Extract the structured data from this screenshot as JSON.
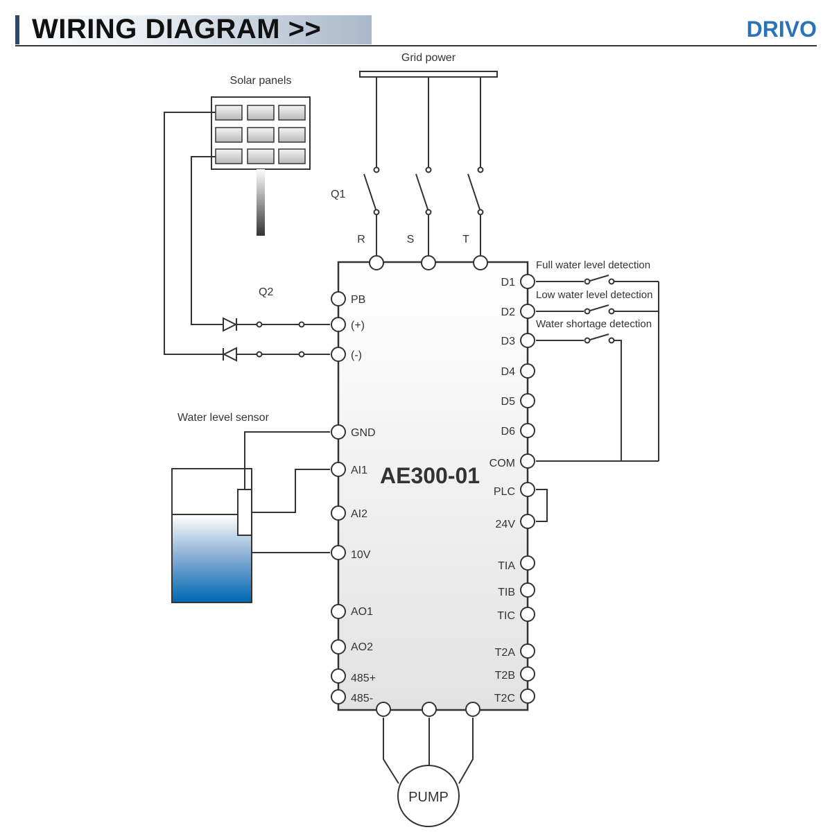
{
  "header": {
    "title": "WIRING DIAGRAM >>",
    "brand": "DRIVO"
  },
  "diagram": {
    "grid_power": "Grid power",
    "solar_panels": "Solar panels",
    "q1": "Q1",
    "q2": "Q2",
    "phase_r": "R",
    "phase_s": "S",
    "phase_t": "T",
    "water_level_sensor": "Water level sensor",
    "full_water": "Full water level detection",
    "low_water": "Low water level detection",
    "water_shortage": "Water shortage detection",
    "drive_model": "AE300-01",
    "pump": "PUMP",
    "left_terminals": [
      "PB",
      "(+)",
      "(-)",
      "GND",
      "AI1",
      "AI2",
      "10V",
      "AO1",
      "AO2",
      "485+",
      "485-"
    ],
    "right_terminals": [
      "D1",
      "D2",
      "D3",
      "D4",
      "D5",
      "D6",
      "COM",
      "PLC",
      "24V",
      "TIA",
      "TIB",
      "TIC",
      "T2A",
      "T2B",
      "T2C"
    ]
  }
}
